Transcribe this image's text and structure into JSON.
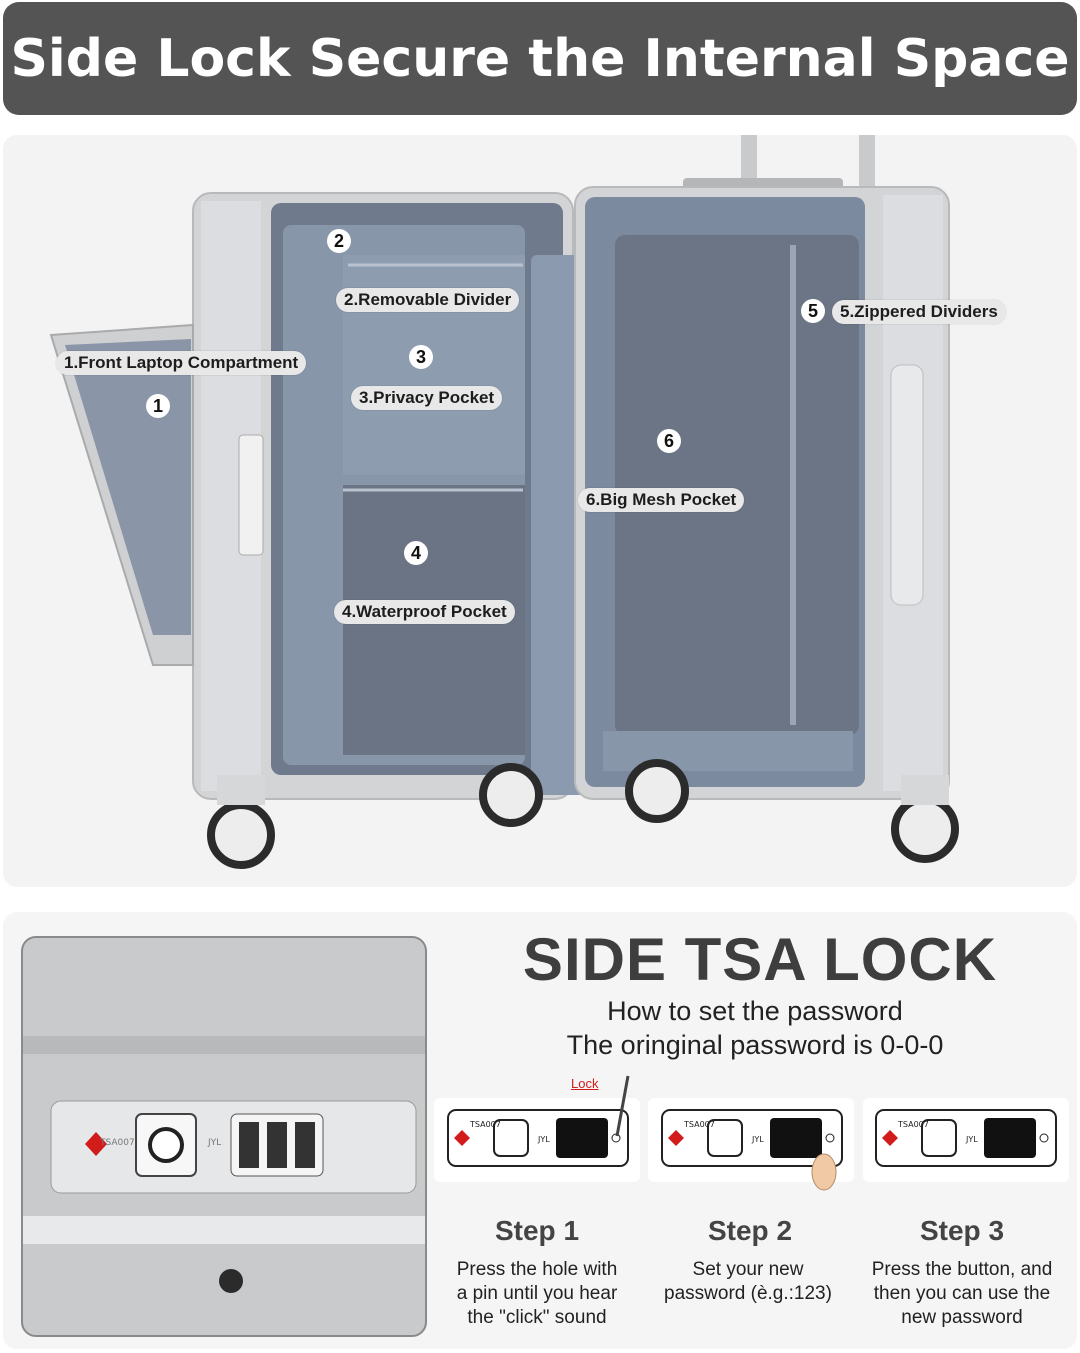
{
  "banner": {
    "title": "Side Lock Secure the Internal Space"
  },
  "labels": [
    {
      "num": "1",
      "text": "1.Front Laptop Compartment"
    },
    {
      "num": "2",
      "text": "2.Removable Divider"
    },
    {
      "num": "3",
      "text": "3.Privacy Pocket"
    },
    {
      "num": "4",
      "text": "4.Waterproof Pocket"
    },
    {
      "num": "5",
      "text": "5.Zippered Dividers"
    },
    {
      "num": "6",
      "text": "6.Big Mesh Pocket"
    }
  ],
  "lock_markings": {
    "tsa": "TSA007",
    "brand": "JYL"
  },
  "tsa_section": {
    "title": "SIDE TSA LOCK",
    "subtitle": "How to set the password",
    "original": "The oringinal password is 0-0-0",
    "lock_label": "Lock",
    "steps": [
      {
        "title": "Step 1",
        "desc": [
          "Press the hole with",
          "a pin until you hear",
          "the \"click\" sound"
        ]
      },
      {
        "title": "Step 2",
        "desc": [
          "Set your new",
          "password (è.g.:123)"
        ]
      },
      {
        "title": "Step 3",
        "desc": [
          "Press the button, and",
          "then you can use the",
          "new password"
        ]
      }
    ]
  },
  "colors": {
    "banner": "#545454",
    "shell": "#cfd0d2",
    "lining": "#7f8ea3",
    "mesh": "#6b7585",
    "accent_red": "#d21c1c"
  }
}
